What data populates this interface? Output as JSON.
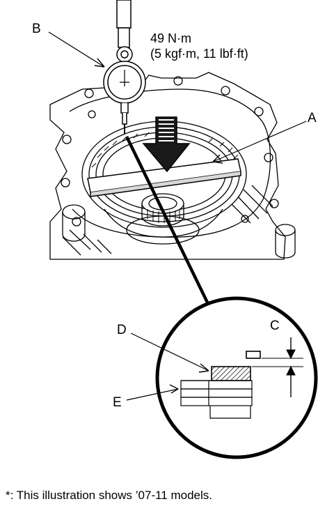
{
  "labels": {
    "a": "A",
    "b": "B",
    "c": "C",
    "d": "D",
    "e": "E"
  },
  "torque": {
    "metric": "49 N·m",
    "imperial": "(5 kgf·m, 11 lbf·ft)"
  },
  "footnote": "*: This illustration shows ’07-11 models."
}
